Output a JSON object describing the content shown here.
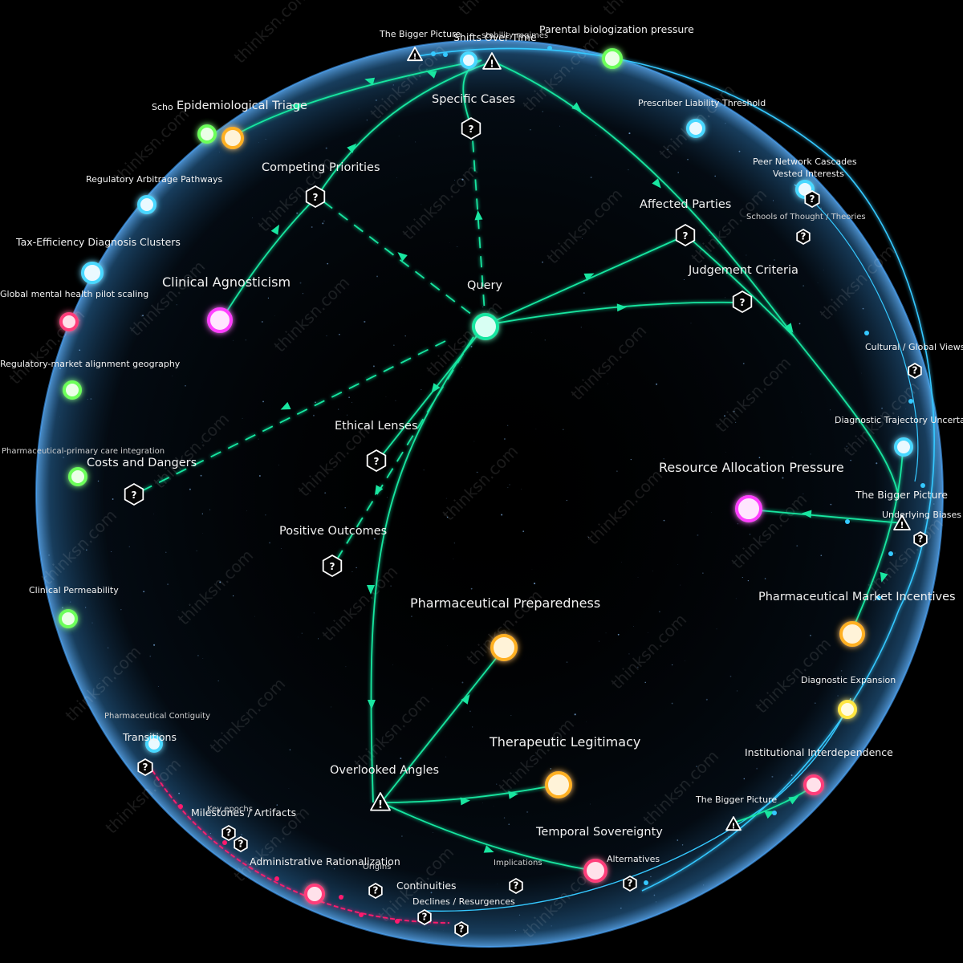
{
  "watermark": "thinksn.com",
  "colors": {
    "edge": "#19e6a0",
    "sphere": "#3aa8ff",
    "arc_cyan": "#35c8ff",
    "arc_pink": "#ff1a6e",
    "green": "#6cff5a",
    "cyan": "#48d8ff",
    "magenta": "#ff40ff",
    "pink": "#ff3d7a",
    "orange": "#ffb020",
    "yellow": "#ffe640"
  },
  "labels": {
    "query": "Query",
    "specific_cases": "Specific Cases",
    "competing_priorities": "Competing Priorities",
    "affected_parties": "Affected Parties",
    "judgement_criteria": "Judgement Criteria",
    "ethical_lenses": "Ethical Lenses",
    "costs_and_dangers": "Costs and Dangers",
    "positive_outcomes": "Positive Outcomes",
    "overlooked_angles": "Overlooked Angles",
    "the_bigger_picture_top": "The Bigger Picture",
    "shifts_over_time": "Shifts Over Time",
    "parental_biologization": "Parental biologization pressure",
    "epidemiological_triage": "Epidemiological Triage",
    "scho_partial": "Scho",
    "prescriber_liability": "Prescriber Liability Threshold",
    "regulatory_arbitrage": "Regulatory Arbitrage Pathways",
    "peer_network_cascades": "Peer Network Cascades",
    "vested_interests": "Vested Interests",
    "schools_of_thought": "Schools of Thought / Theories",
    "tax_efficiency": "Tax-Efficiency Diagnosis Clusters",
    "clinical_agnosticism": "Clinical Agnosticism",
    "global_mental_health": "Global mental health pilot scaling",
    "regulatory_market": "Regulatory-market alignment geography",
    "cultural_global": "Cultural / Global Views",
    "diagnostic_trajectory": "Diagnostic Trajectory Uncertain",
    "pharma_primary_care": "Pharmaceutical-primary care integration",
    "resource_allocation": "Resource Allocation Pressure",
    "the_bigger_picture_right": "The Bigger Picture",
    "underlying_biases": "Underlying Biases",
    "clinical_permeability": "Clinical Permeability",
    "pharmaceutical_preparedness": "Pharmaceutical Preparedness",
    "pharmaceutical_market_incentives": "Pharmaceutical Market Incentives",
    "diagnostic_expansion": "Diagnostic Expansion",
    "pharmaceutical_contiguity": "Pharmaceutical Contiguity",
    "transitions": "Transitions",
    "therapeutic_legitimacy": "Therapeutic Legitimacy",
    "institutional_interdependence": "Institutional Interdependence",
    "the_bigger_picture_bottom": "The Bigger Picture",
    "key_epochs": "Key epochs",
    "milestones_artifacts": "Milestones / Artifacts",
    "temporal_sovereignty": "Temporal Sovereignty",
    "administrative_rationalization": "Administrative Rationalization",
    "origins": "Origins",
    "implications": "Implications",
    "alternatives": "Alternatives",
    "continuities": "Continuities",
    "declines_resurgences": "Declines / Resurgences",
    "stability_partial": "stability regimes"
  }
}
